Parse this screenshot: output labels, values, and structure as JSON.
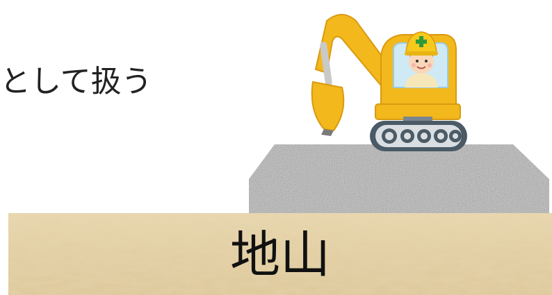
{
  "caption": {
    "text": "として扱う"
  },
  "ground": {
    "label": "地山",
    "color": "#e3cfa3"
  },
  "gravel": {
    "color": "#a8a8a8"
  },
  "excavator": {
    "icon": "excavator-with-worker",
    "body_color": "#f2b81c",
    "track_color": "#4a5a66",
    "helmet_color": "#f7c91d",
    "cross_color": "#2f9a3a"
  }
}
